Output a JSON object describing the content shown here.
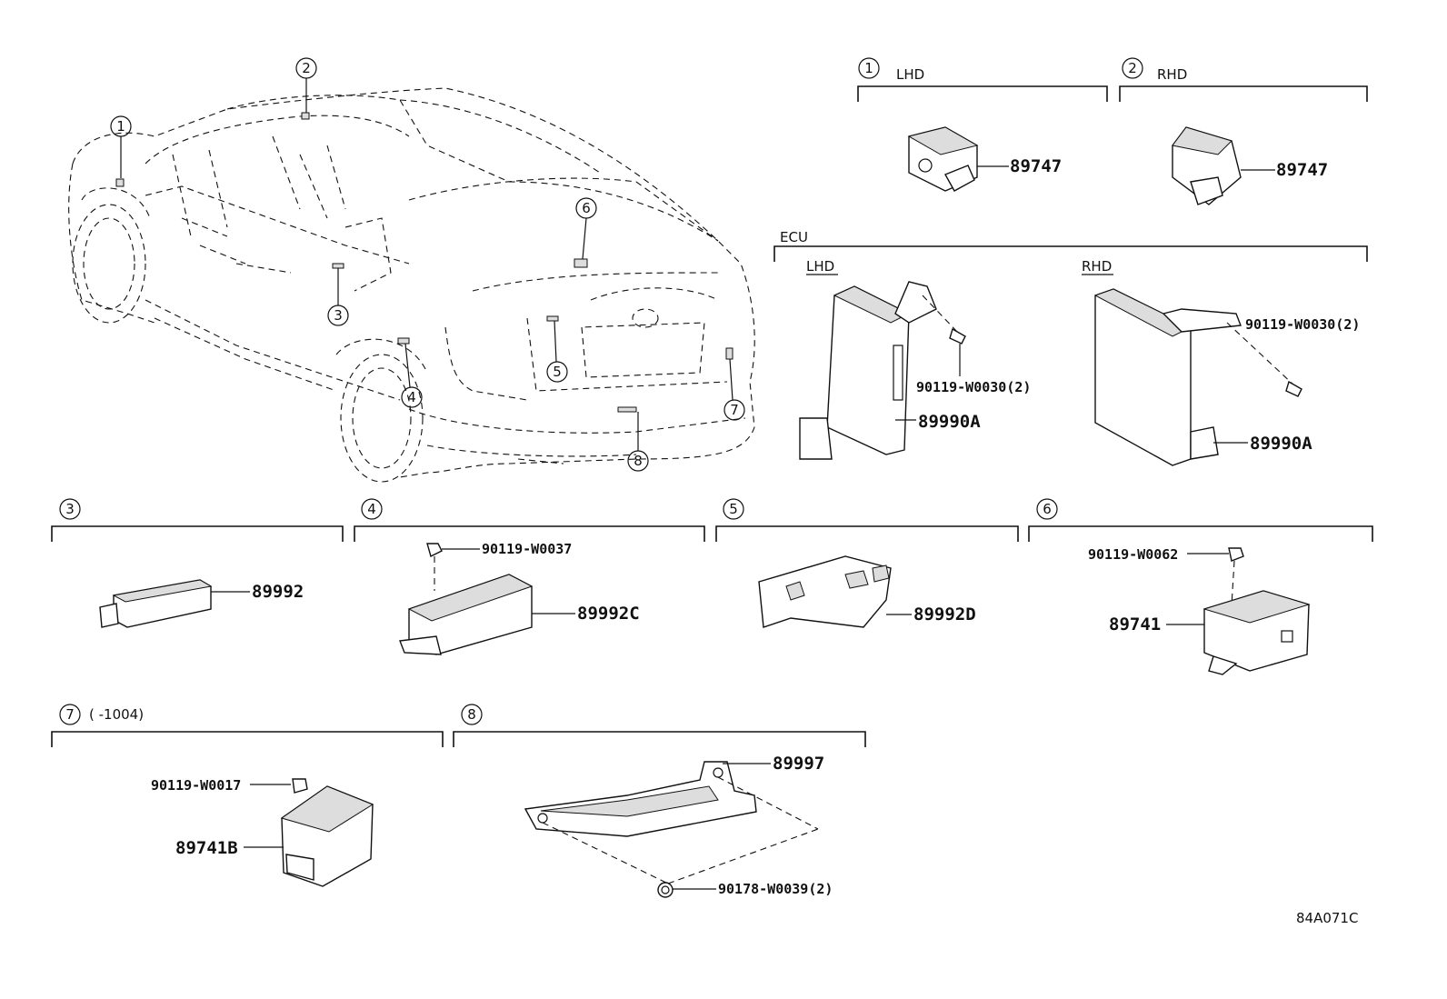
{
  "diagram": {
    "ref_code": "84A071C",
    "sections": [
      {
        "id": "s1",
        "num": "1",
        "label": "LHD"
      },
      {
        "id": "s2",
        "num": "2",
        "label": "RHD"
      },
      {
        "id": "ecu",
        "num": "",
        "label": "ECU"
      },
      {
        "id": "s3",
        "num": "3",
        "label": ""
      },
      {
        "id": "s4",
        "num": "4",
        "label": ""
      },
      {
        "id": "s5",
        "num": "5",
        "label": ""
      },
      {
        "id": "s6",
        "num": "6",
        "label": ""
      },
      {
        "id": "s7",
        "num": "7",
        "label": "(      -1004)"
      },
      {
        "id": "s8",
        "num": "8",
        "label": ""
      }
    ],
    "sub_labels": {
      "ecu_lhd": "LHD",
      "ecu_rhd": "RHD"
    },
    "callouts": [
      "1",
      "2",
      "3",
      "4",
      "5",
      "6",
      "7",
      "8"
    ],
    "parts": {
      "p89747_lhd": "89747",
      "p89747_rhd": "89747",
      "bolt_ecu_lhd": "90119-W0030(2)",
      "p89990a_lhd": "89990A",
      "bolt_ecu_rhd": "90119-W0030(2)",
      "p89990a_rhd": "89990A",
      "p89992": "89992",
      "bolt_s4": "90119-W0037",
      "p89992c": "89992C",
      "p89992d": "89992D",
      "bolt_s6": "90119-W0062",
      "p89741": "89741",
      "bolt_s7": "90119-W0017",
      "p89741b": "89741B",
      "p89997": "89997",
      "nut_s8": "90178-W0039(2)"
    }
  }
}
